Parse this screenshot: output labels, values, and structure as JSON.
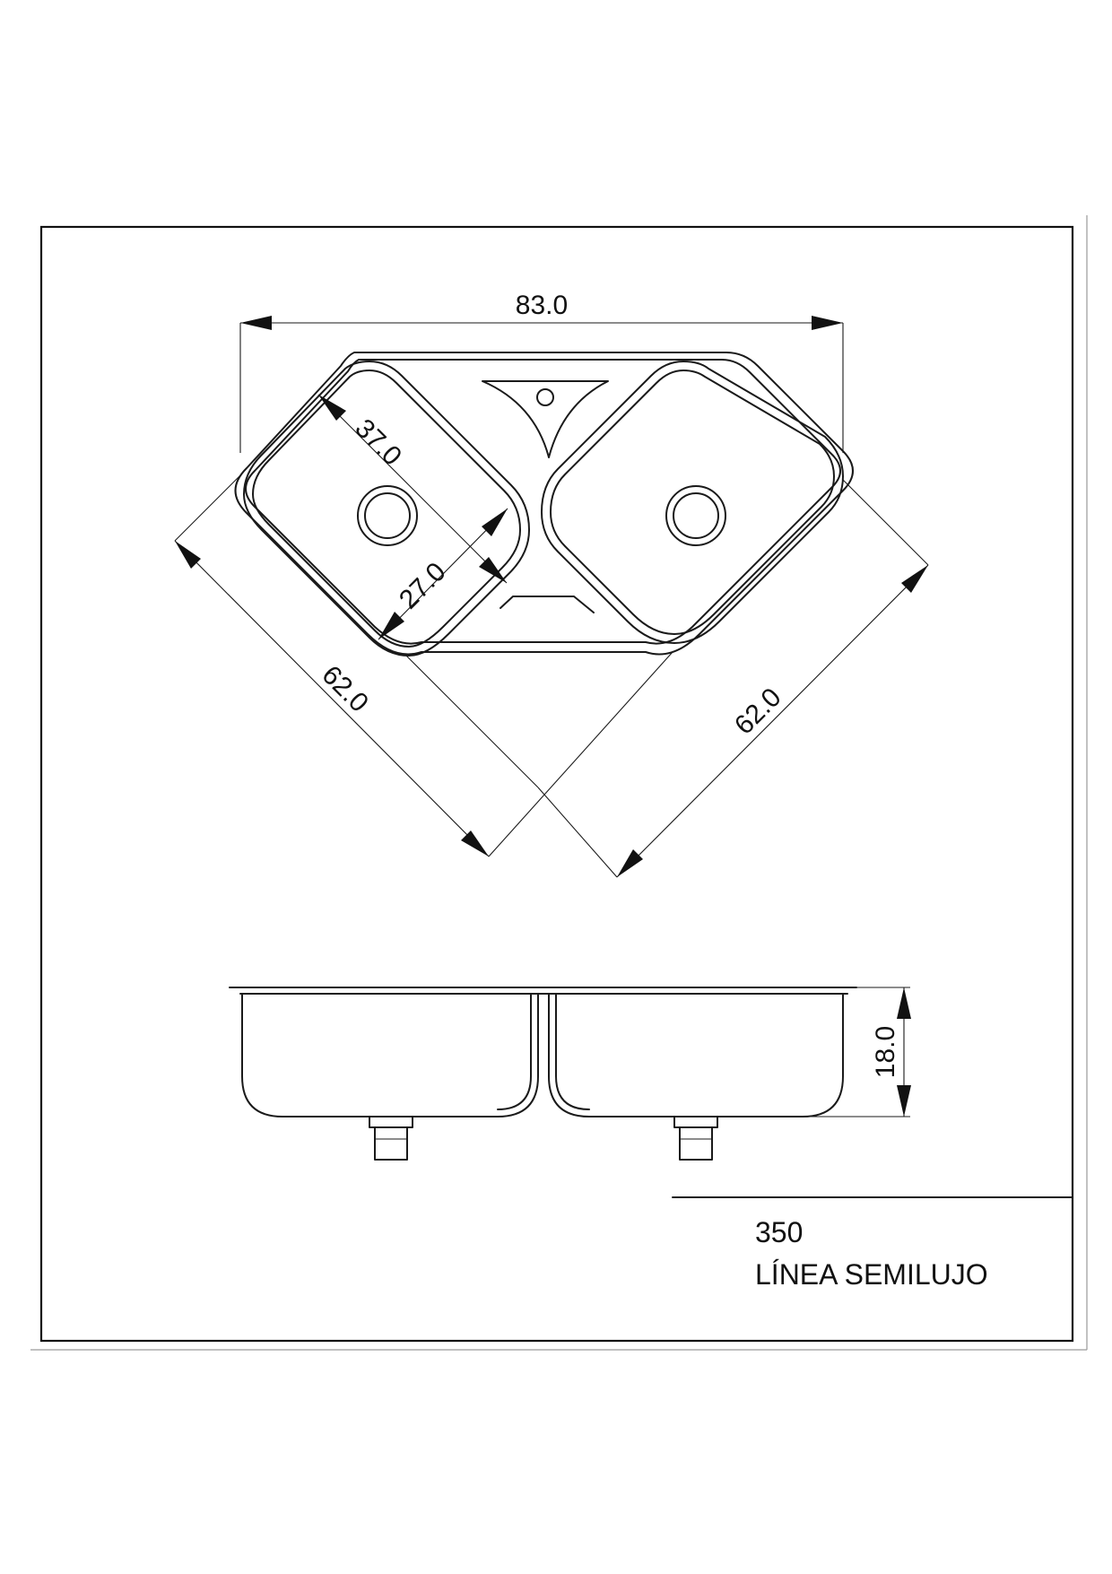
{
  "dimensions": {
    "top_width": "83.0",
    "bowl_diagonal": "37.0",
    "bowl_inner": "27.0",
    "left_side": "62.0",
    "right_side": "62.0",
    "depth": "18.0"
  },
  "title_block": {
    "model": "350",
    "line": "LÍNEA SEMILUJO"
  }
}
